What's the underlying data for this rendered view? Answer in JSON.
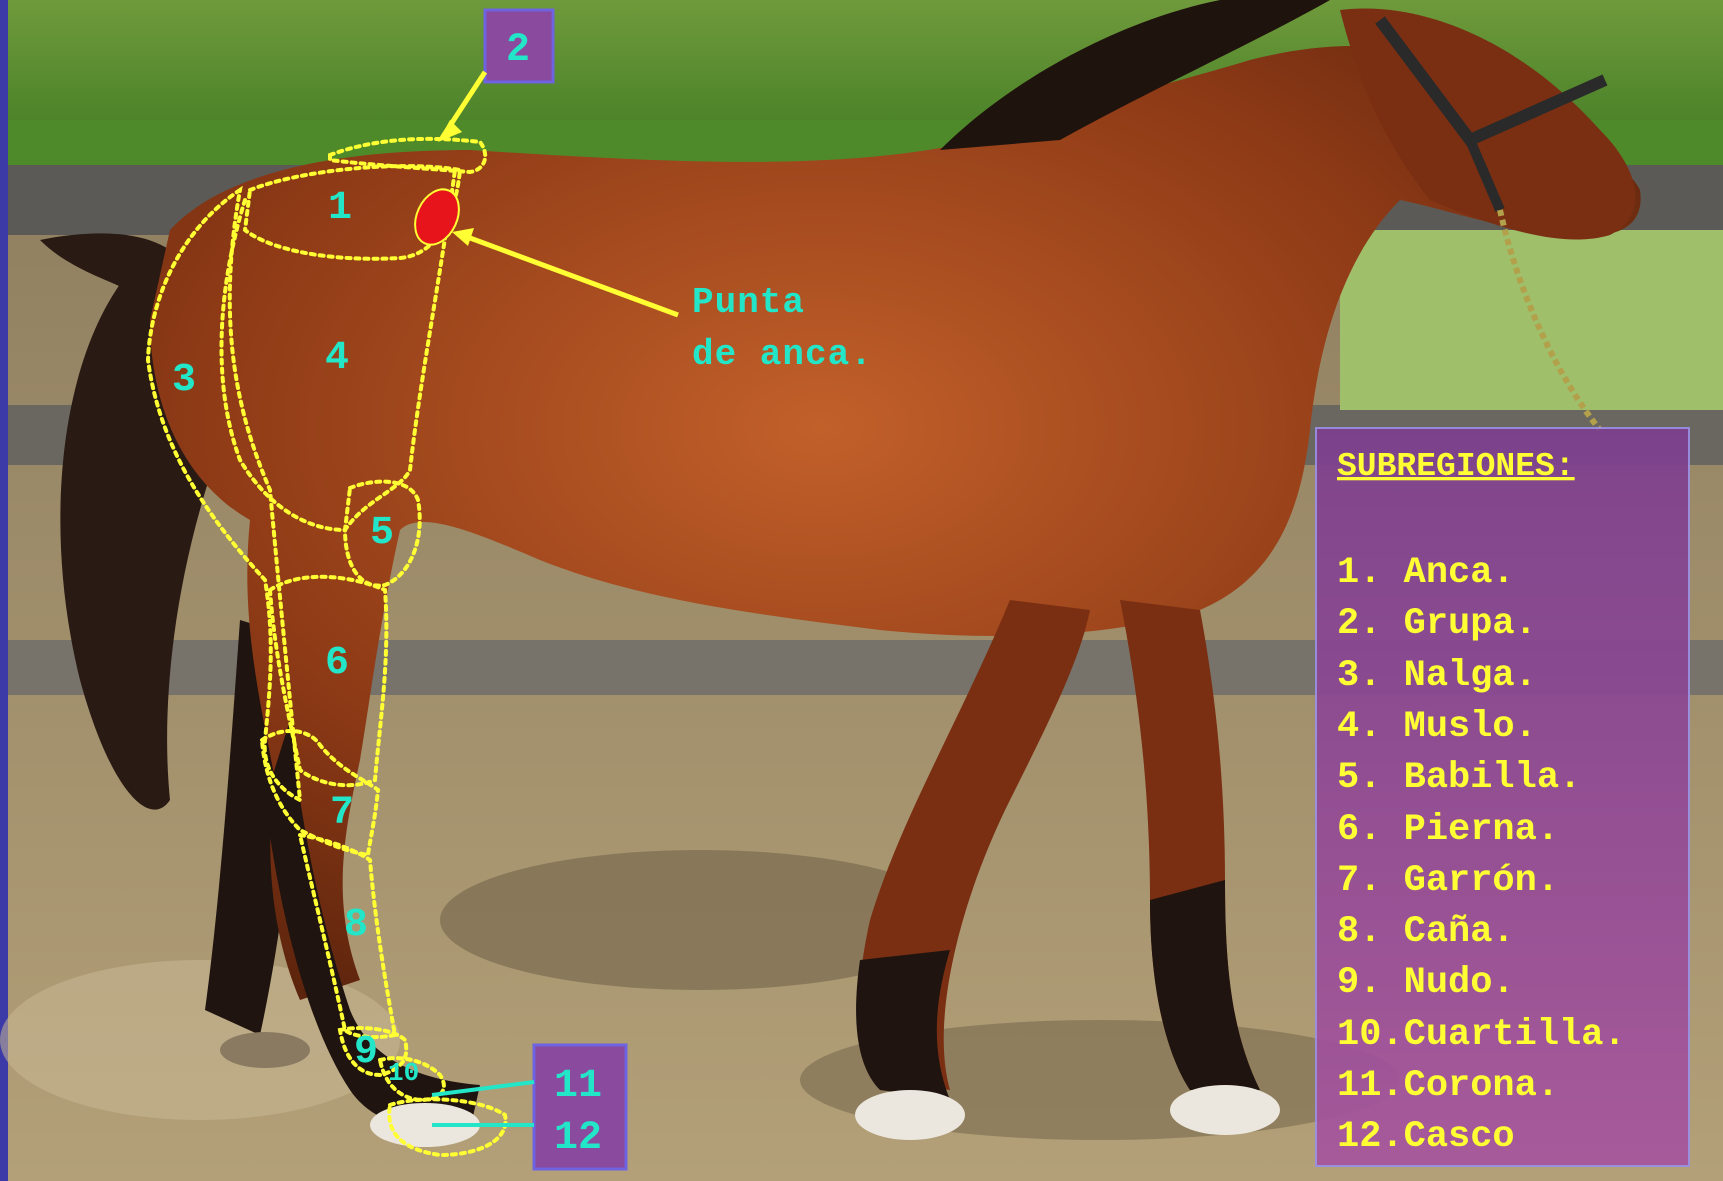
{
  "callout": {
    "line1": "Punta",
    "line2": "de anca."
  },
  "region_numbers": [
    "1",
    "2",
    "3",
    "4",
    "5",
    "6",
    "7",
    "8",
    "9",
    "10",
    "11",
    "12"
  ],
  "legend": {
    "title": "SUBREGIONES:",
    "items": [
      "1. Anca.",
      "2. Grupa.",
      "3. Nalga.",
      "4. Muslo.",
      "5. Babilla.",
      "6. Pierna.",
      "7. Garrón.",
      "8. Caña.",
      "9. Nudo.",
      "10.Cuartilla.",
      "11.Corona.",
      "12.Casco"
    ]
  },
  "colors": {
    "frame": "#3b3aa6",
    "outline": "#ffff33",
    "label": "#23e6c8",
    "marker": "#e8141c",
    "legend_bg": "#8a4a9e"
  }
}
